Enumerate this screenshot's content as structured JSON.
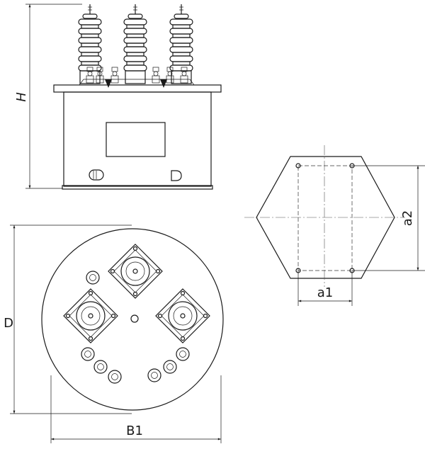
{
  "dimensions": {
    "height_label": "H",
    "diameter_label": "D",
    "width_label": "B1",
    "a1_label": "a1",
    "a2_label": "a2"
  },
  "colors": {
    "stroke": "#1a1a1a",
    "background": "#ffffff"
  }
}
